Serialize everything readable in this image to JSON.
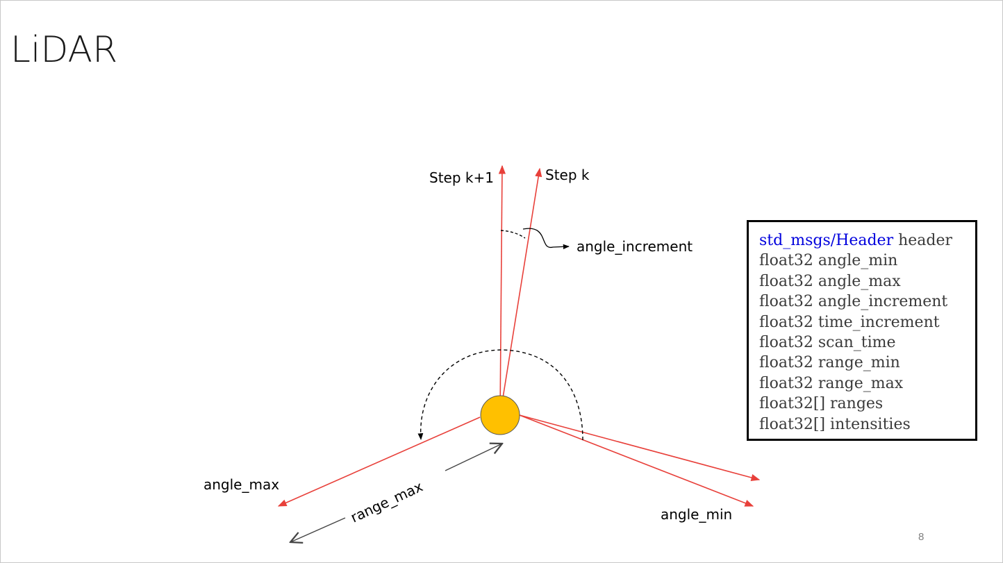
{
  "slide": {
    "title": "LiDAR",
    "page_number": "8"
  },
  "diagram": {
    "labels": {
      "step_k_plus_1": "Step k+1",
      "step_k": "Step k",
      "angle_increment": "angle_increment",
      "angle_max": "angle_max",
      "range_max": "range_max",
      "angle_min": "angle_min"
    },
    "colors": {
      "beam": "#e8403a",
      "sensor_fill": "#ffc000",
      "sensor_stroke": "#555555",
      "arc": "#000000",
      "range_arrow": "#444444"
    }
  },
  "message_definition": {
    "header_type": "std_msgs/Header",
    "header_field": " header",
    "fields": [
      "float32 angle_min",
      "float32 angle_max",
      "float32 angle_increment",
      "float32 time_increment",
      "float32 scan_time",
      "float32 range_min",
      "float32 range_max",
      "float32[] ranges",
      "float32[] intensities"
    ],
    "link_color": "#0000dd"
  }
}
